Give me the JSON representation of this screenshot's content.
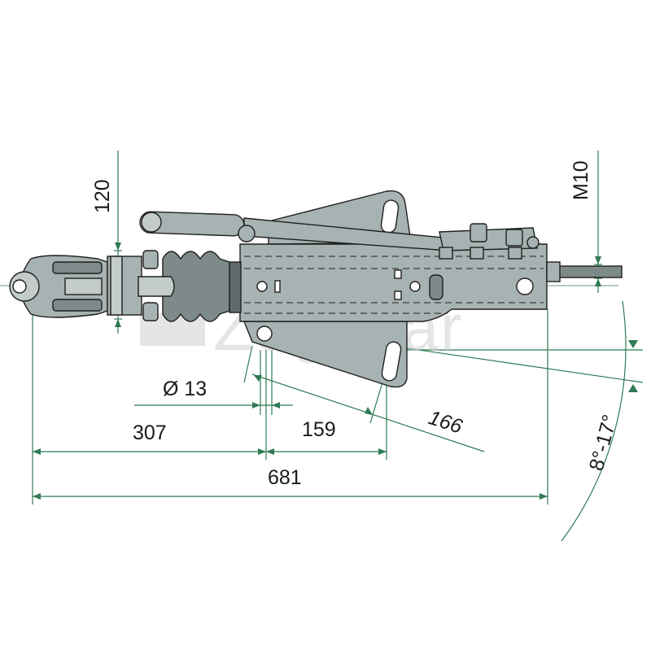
{
  "dimensions": {
    "height_top": "120",
    "bolt": "M10",
    "hole_diameter": "Ø 13",
    "offset_front": "307",
    "hole_spacing": "159",
    "slanted_length": "166",
    "overall_length": "681",
    "angle_range": "8°-17°"
  },
  "watermark": "Zugchar",
  "colors": {
    "dimension_line": "#2f7a55",
    "part_fill": "#a7b3b2",
    "part_dark": "#7d8a89",
    "outline": "#1f1f1f"
  }
}
